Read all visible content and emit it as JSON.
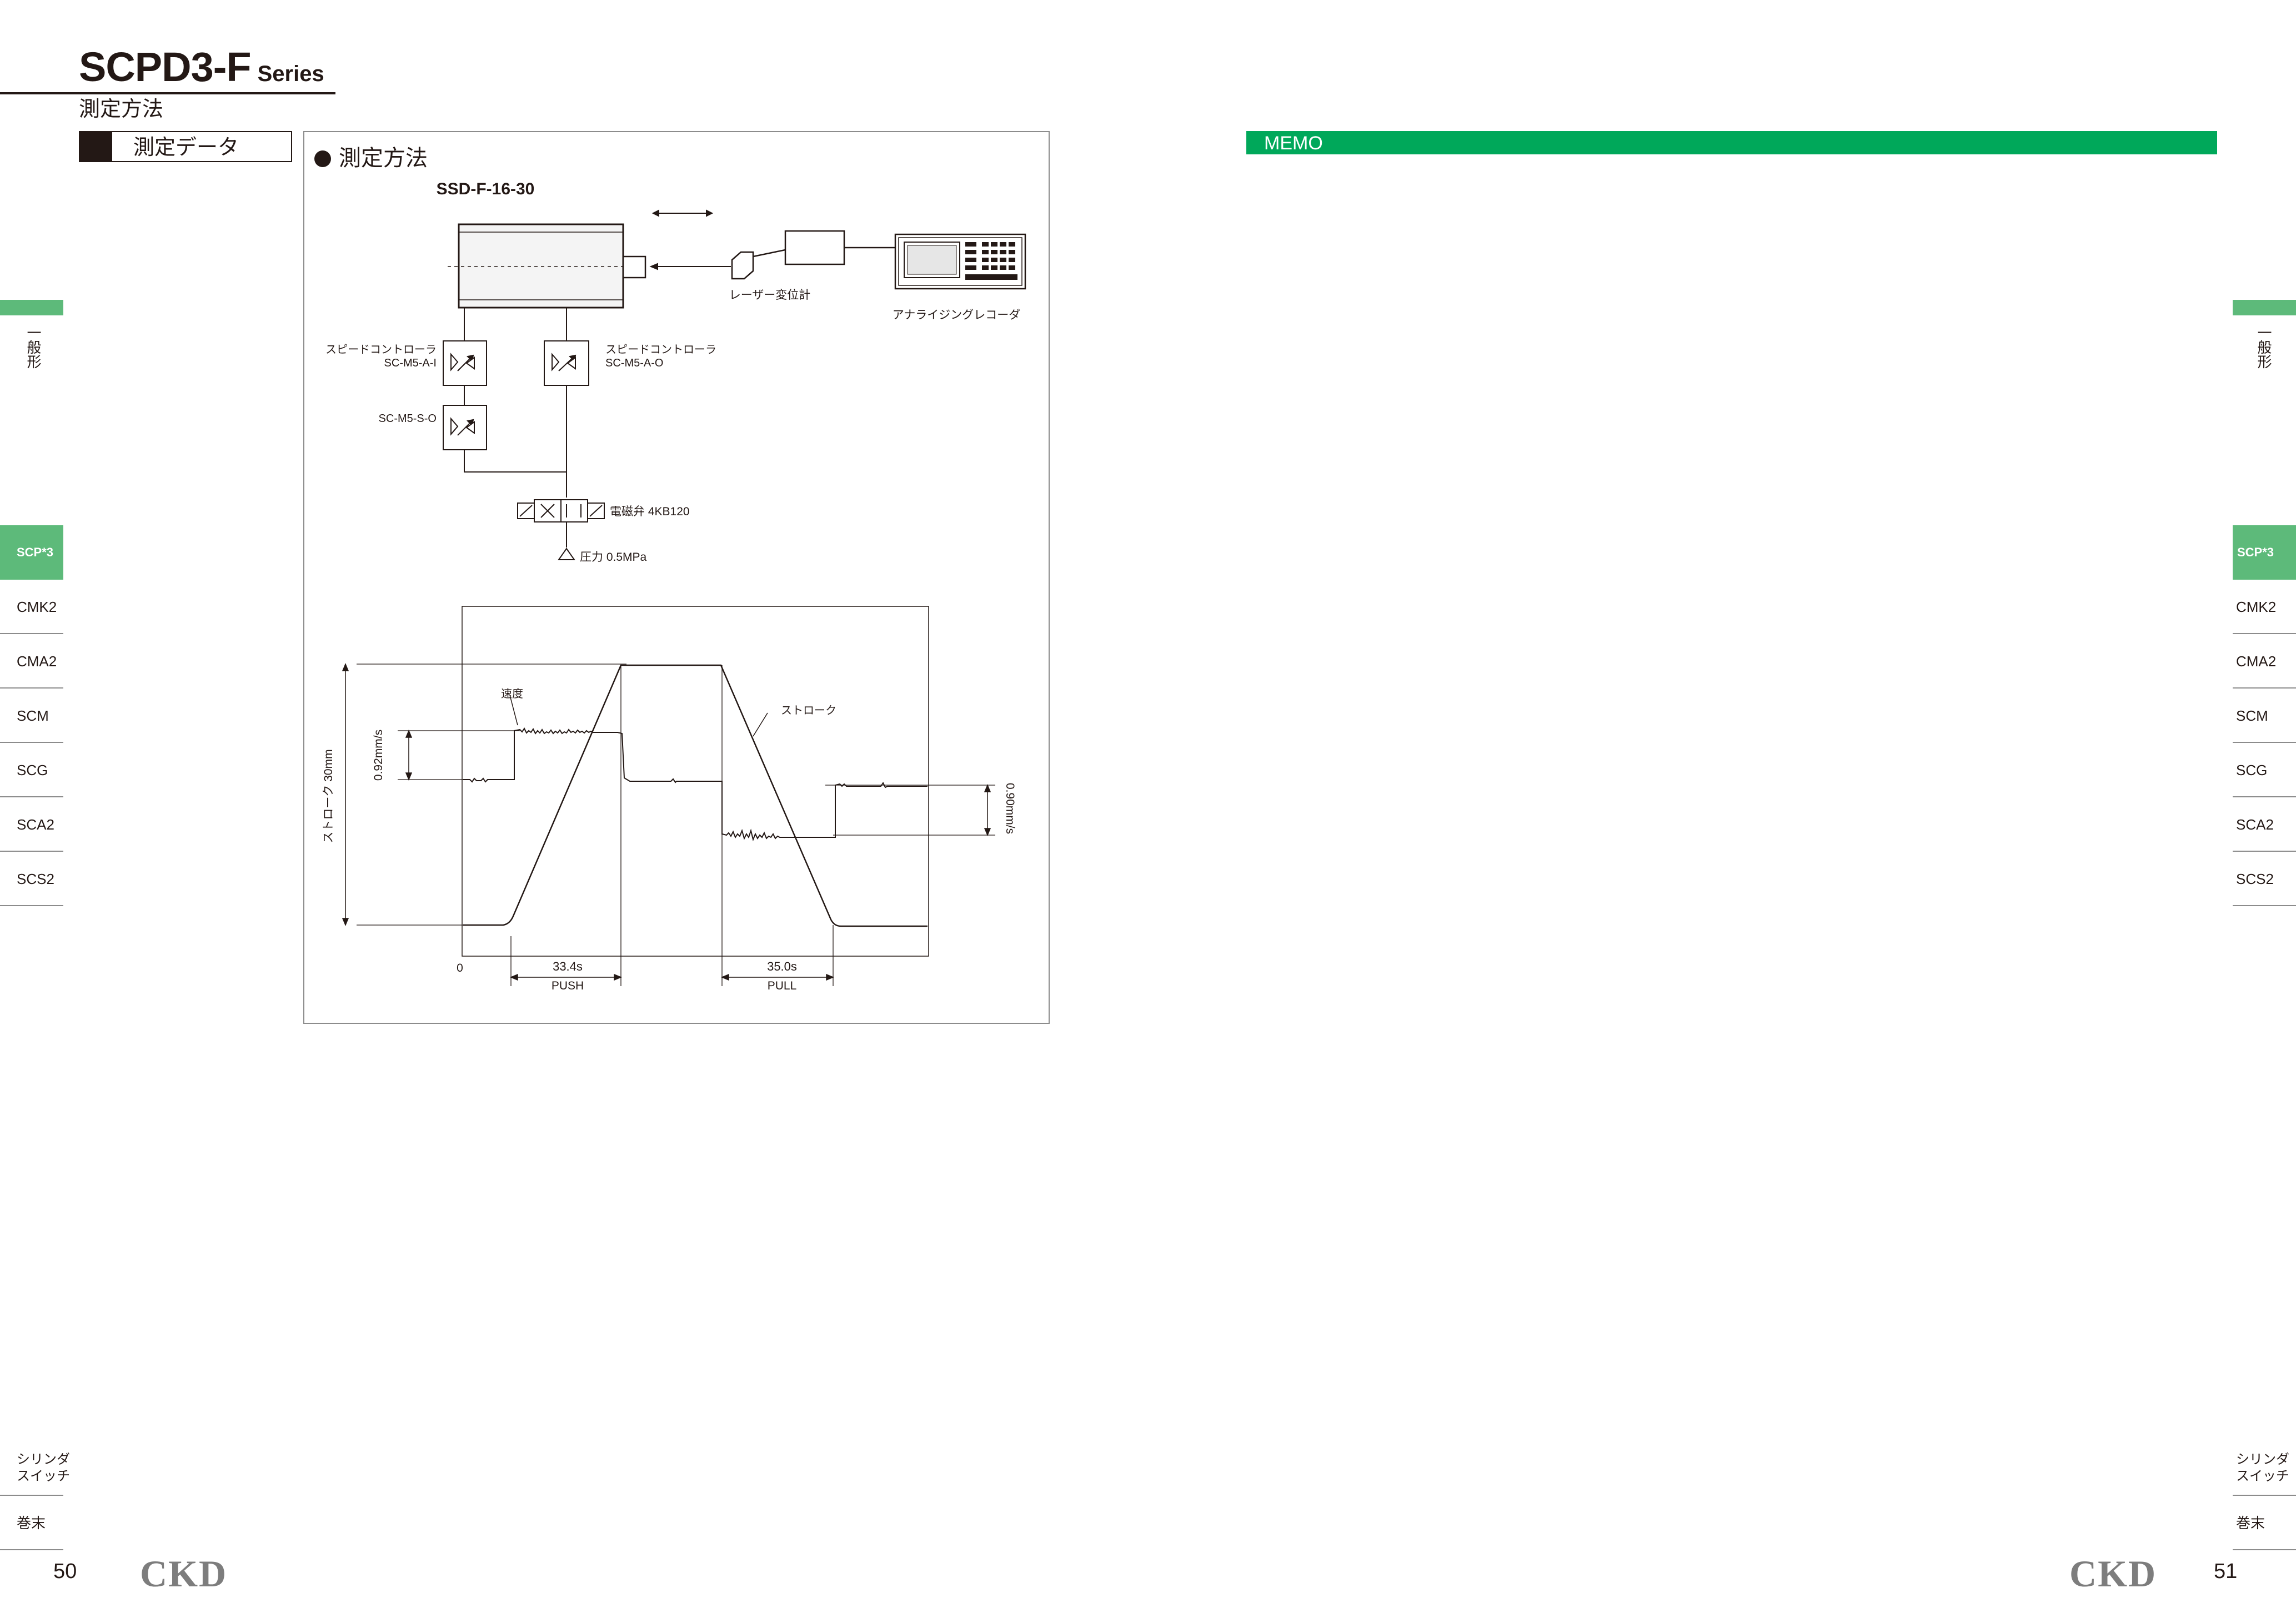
{
  "header": {
    "model": "SCPD3-F",
    "series": "Series",
    "subtitle": "測定方法",
    "section_tab": "測定データ"
  },
  "measurement": {
    "heading": "測定方法",
    "cylinder": "SSD-F-16-30",
    "laser": "レーザー変位計",
    "recorder": "アナライジングレコーダ",
    "speed_ctrl_left_1": "スピードコントローラ",
    "speed_ctrl_left_2": "SC-M5-A-I",
    "speed_ctrl_right_1": "スピードコントローラ",
    "speed_ctrl_right_2": "SC-M5-A-O",
    "speed_ctrl_3": "SC-M5-S-O",
    "valve": "電磁弁 4KB120",
    "pressure": "圧力 0.5MPa"
  },
  "graph": {
    "speed_label": "速度",
    "stroke_label": "ストローク",
    "stroke_axis": "ストローク 30mm",
    "push_speed": "0.92mm/s",
    "pull_speed": "0.90mm/s",
    "origin": "0",
    "push_time": "33.4s",
    "push_label": "PUSH",
    "pull_time": "35.0s",
    "pull_label": "PULL"
  },
  "memo": {
    "label": "MEMO"
  },
  "side_nav": {
    "top_label": "一般形",
    "items": [
      "SCP*3",
      "CMK2",
      "CMA2",
      "SCM",
      "SCG",
      "SCA2",
      "SCS2"
    ],
    "bottom_items": [
      "シリンダ",
      "スイッチ",
      "巻末"
    ]
  },
  "footer": {
    "left_page": "50",
    "right_page": "51",
    "logo": "CKD"
  },
  "colors": {
    "nav_green": "#5dba7a",
    "memo_green": "#00a85a",
    "ink": "#231815"
  }
}
